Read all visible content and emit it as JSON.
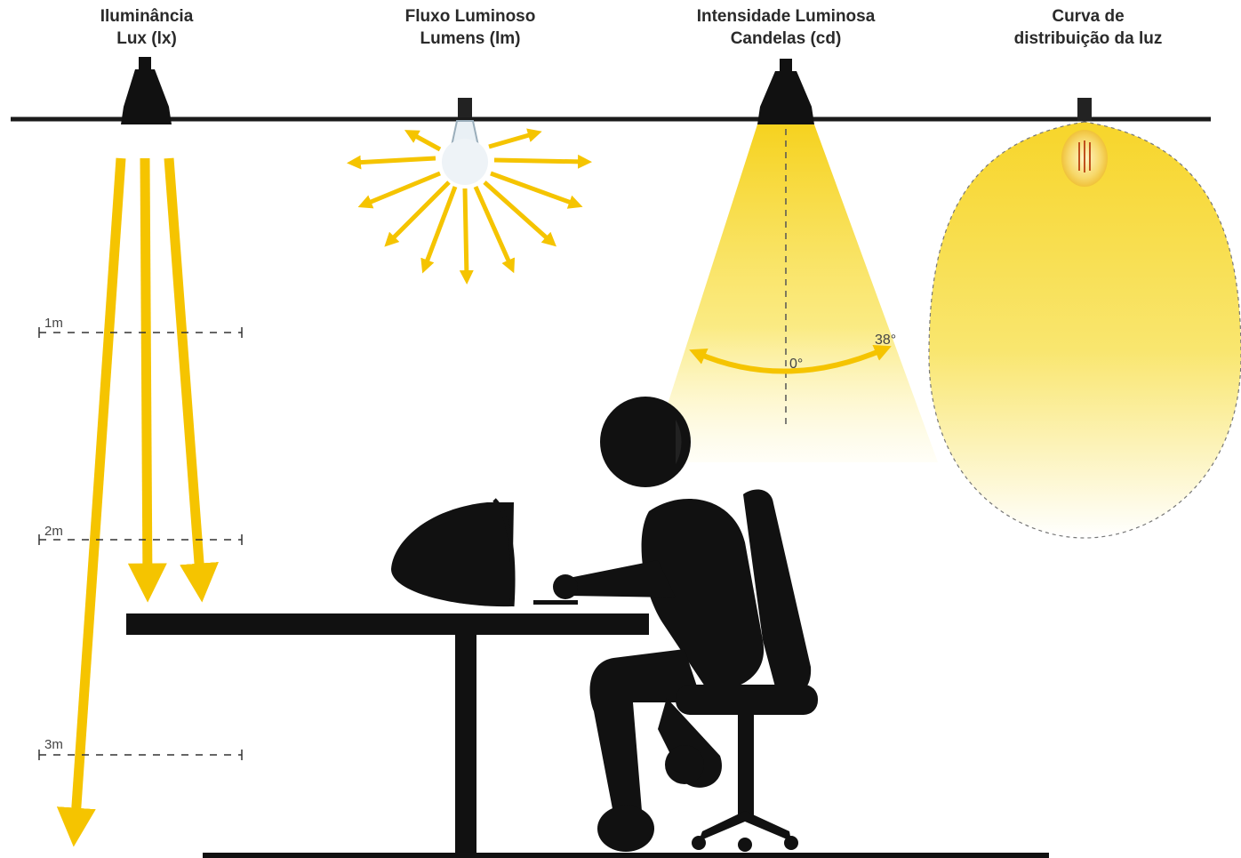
{
  "headers": {
    "illuminance": {
      "line1": "Iluminância",
      "line2": "Lux (lx)"
    },
    "flux": {
      "line1": "Fluxo Luminoso",
      "line2": "Lumens (lm)"
    },
    "intensity": {
      "line1": "Intensidade Luminosa",
      "line2": "Candelas (cd)"
    },
    "distribution": {
      "line1": "Curva de",
      "line2": "distribuição da luz"
    }
  },
  "distance_markers": [
    "1m",
    "2m",
    "3m"
  ],
  "angles": {
    "center": "0°",
    "edge": "38°"
  },
  "colors": {
    "light_yellow": "#f5c400",
    "beam_yellow": "#f7df3a",
    "silhouette": "#111111",
    "ceiling_line": "#1a1a1a"
  },
  "icons": [
    "pendant-lamp-icon",
    "light-bulb-icon",
    "filament-bulb-icon",
    "person-at-desk-icon",
    "office-chair-icon",
    "computer-monitor-icon"
  ]
}
